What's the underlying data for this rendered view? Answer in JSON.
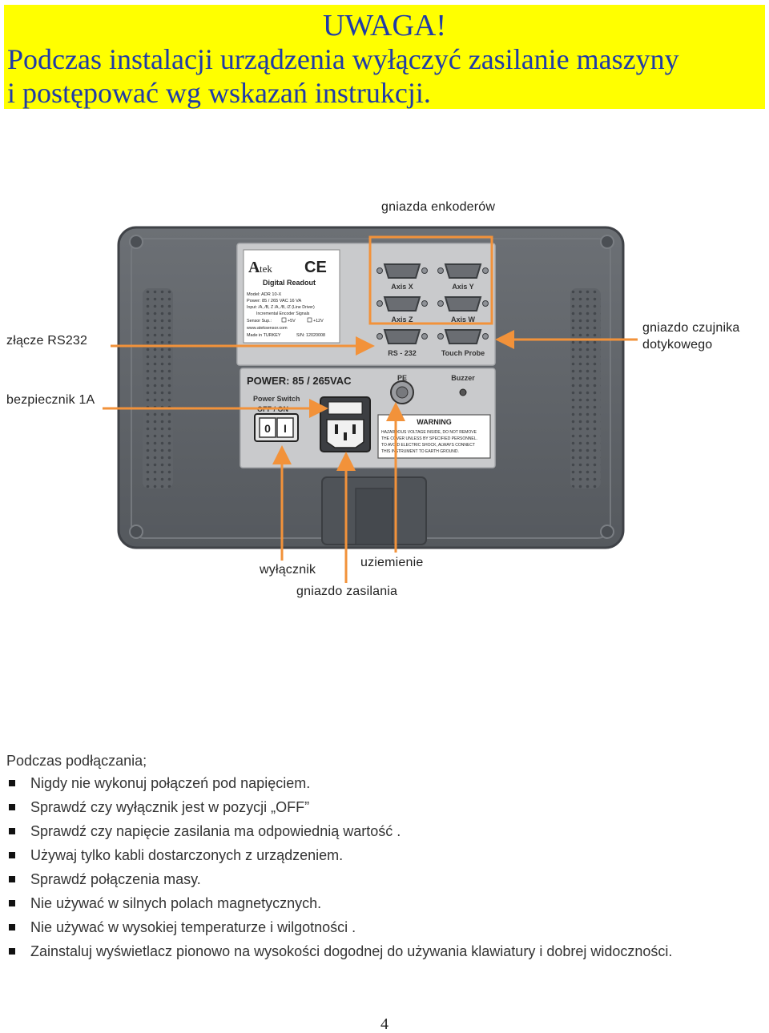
{
  "warning": {
    "title": "UWAGA!",
    "line1": "Podczas instalacji urządzenia wyłączyć zasilanie maszyny",
    "line2": "i postępować wg wskazań instrukcji."
  },
  "callouts": {
    "encoders": "gniazda enkoderów",
    "rs232": "złącze RS232",
    "fuse": "bezpiecznik 1A",
    "probe_line1": "gniazdo czujnika",
    "probe_line2": "dotykowego",
    "switch": "wyłącznik",
    "ground": "uziemienie",
    "power_socket": "gniazdo zasilania"
  },
  "device": {
    "label": {
      "brand": "tek",
      "brand_letter": "A",
      "ce_mark": "CE",
      "product": "Digital Readout",
      "model": "Model: ADR 10-X",
      "power": "Power: 85 / 265 VAC 16 VA",
      "input": "Input: /A, /B, Z /A, /B, /Z (Line Driver)",
      "signals": "Incremental Encoder Signals",
      "sensor_supply": "Sensor Sup.:",
      "sensor_5v": "+5V",
      "sensor_12v": "+12V",
      "website": "www.ateksensor.com",
      "made_in": "Made in TURKEY",
      "serial": "S/N: 12020008"
    },
    "ports": {
      "axis_x": "Axis X",
      "axis_y": "Axis Y",
      "axis_z": "Axis Z",
      "axis_w": "Axis W",
      "rs232": "RS - 232",
      "touch_probe": "Touch Probe"
    },
    "power_panel": {
      "title": "POWER: 85 / 265VAC",
      "switch_label": "Power Switch",
      "off_on": "OFF / ON",
      "switch_0": "0",
      "switch_1": "I",
      "pe": "PE",
      "buzzer": "Buzzer"
    },
    "warning_box": {
      "title": "WARNING",
      "line1": "HAZARDOUS VOLTAGE INSIDE, DO NOT REMOVE",
      "line2": "THE COVER UNLESS BY SPECIFIED PERSONNEL.",
      "line3": "TO AVOID ELECTRIC SHOCK, ALWAYS CONNECT",
      "line4": "THIS INSTRUMENT TO EARTH GROUND."
    }
  },
  "notes": {
    "intro": "Podczas podłączania;",
    "items": [
      "Nigdy nie wykonuj połączeń pod napięciem.",
      "Sprawdź czy wyłącznik jest w pozycji „OFF”",
      "Sprawdź czy napięcie zasilania ma odpowiednią wartość .",
      "Używaj tylko kabli dostarczonych z urządzeniem.",
      "Sprawdź połączenia masy.",
      "Nie używać w silnych polach magnetycznych.",
      "Nie używać w wysokiej temperaturze i wilgotności .",
      "Zainstaluj wyświetlacz pionowo na wysokości dogodnej do używania klawiatury i dobrej widoczności."
    ]
  },
  "page_number": "4",
  "colors": {
    "banner_bg": "#ffff00",
    "banner_text": "#1f3ba8",
    "arrow": "#f2923a",
    "housing": "#5f6368",
    "panel": "#c9cacc"
  }
}
